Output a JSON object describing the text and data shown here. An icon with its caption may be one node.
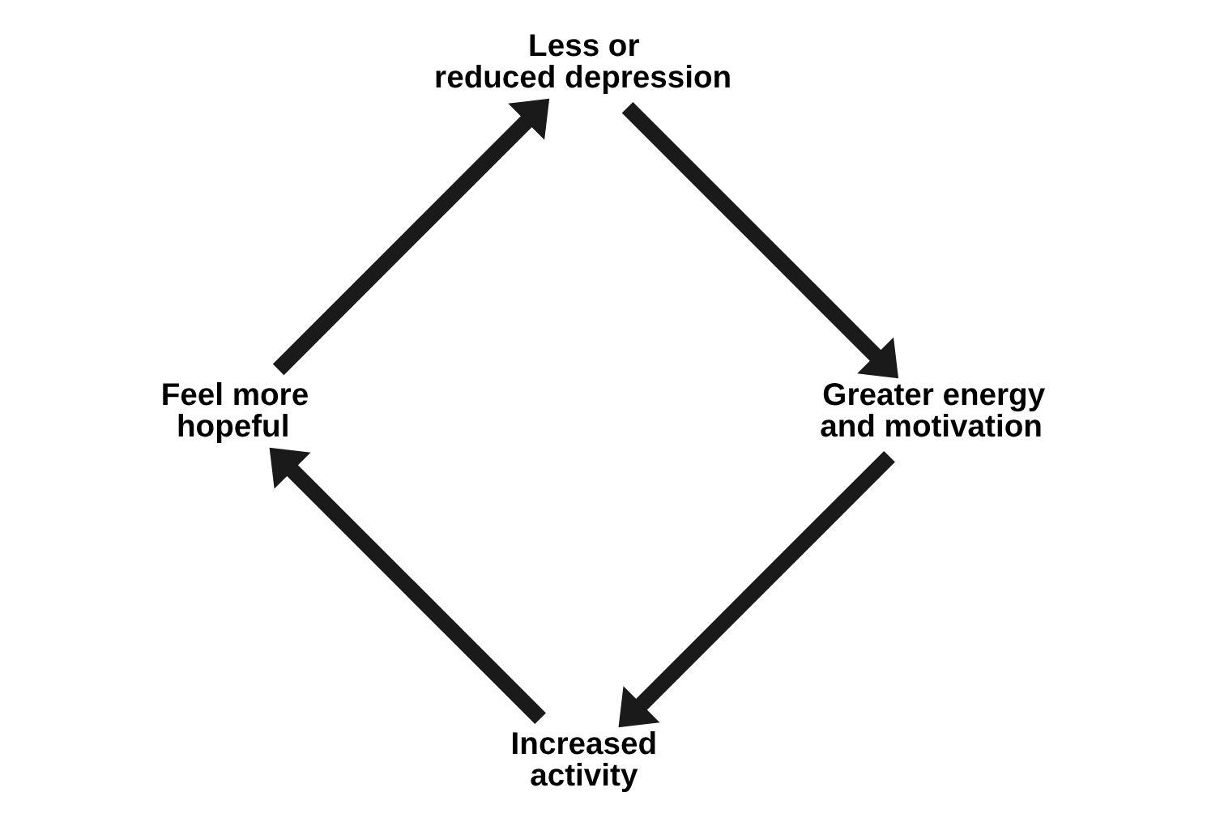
{
  "diagram": {
    "nodes": [
      {
        "text": [
          "Increased activity"
        ]
      },
      {
        "text": [
          "Feel more hopeful"
        ]
      },
      {
        "text": [
          "Less or reduced depression"
        ]
      },
      {
        "text": [
          "Greater energy and motivation"
        ]
      }
    ],
    "edges": [
      {
        "from": 0,
        "to": 1,
        "arrow": "to"
      },
      {
        "from": 1,
        "to": 2,
        "arrow": "to"
      },
      {
        "from": 2,
        "to": 3,
        "arrow": "to"
      },
      {
        "from": 3,
        "to": 0,
        "arrow": "to"
      }
    ]
  }
}
